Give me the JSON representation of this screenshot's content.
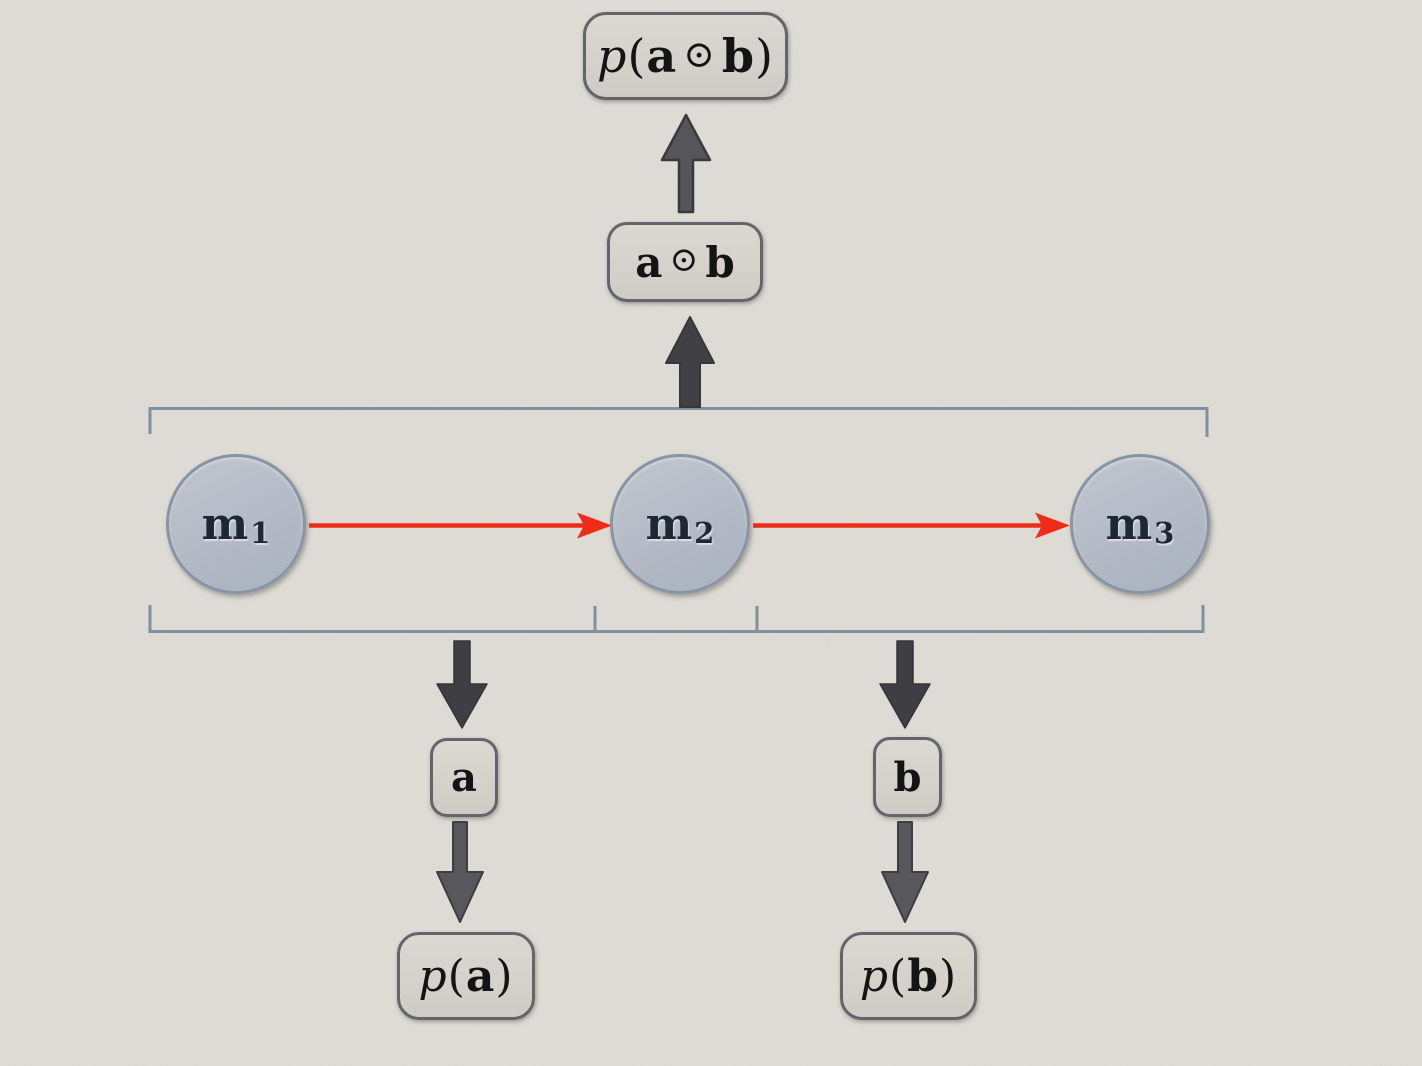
{
  "slide_type": "diagram",
  "palette": {
    "background": "#dfddd6",
    "box_fill": "#d5d3cb",
    "box_border": "#63656a",
    "node_fill": "#b4bbc6",
    "node_border": "#8995a4",
    "bracket": "#8090a0",
    "block_arrow_dark": "#414145",
    "block_arrow_light": "#58585c",
    "red_arrow": "#ee2c17",
    "text": "#141414",
    "node_text": "#1e2834"
  },
  "markov_chain": {
    "nodes": [
      {
        "symbol": "m",
        "subscript": "1"
      },
      {
        "symbol": "m",
        "subscript": "2"
      },
      {
        "symbol": "m",
        "subscript": "3"
      }
    ]
  },
  "labels": {
    "joint_probability": {
      "p": "p",
      "open": "(",
      "a": "a",
      "op": "⊙",
      "b": "b",
      "close": ")"
    },
    "joint_message": {
      "a": "a",
      "op": "⊙",
      "b": "b"
    },
    "message_a": "a",
    "message_b": "b",
    "probability_a": {
      "p": "p",
      "open": "(",
      "arg": "a",
      "close": ")"
    },
    "probability_b": {
      "p": "p",
      "open": "(",
      "arg": "b",
      "close": ")"
    }
  }
}
